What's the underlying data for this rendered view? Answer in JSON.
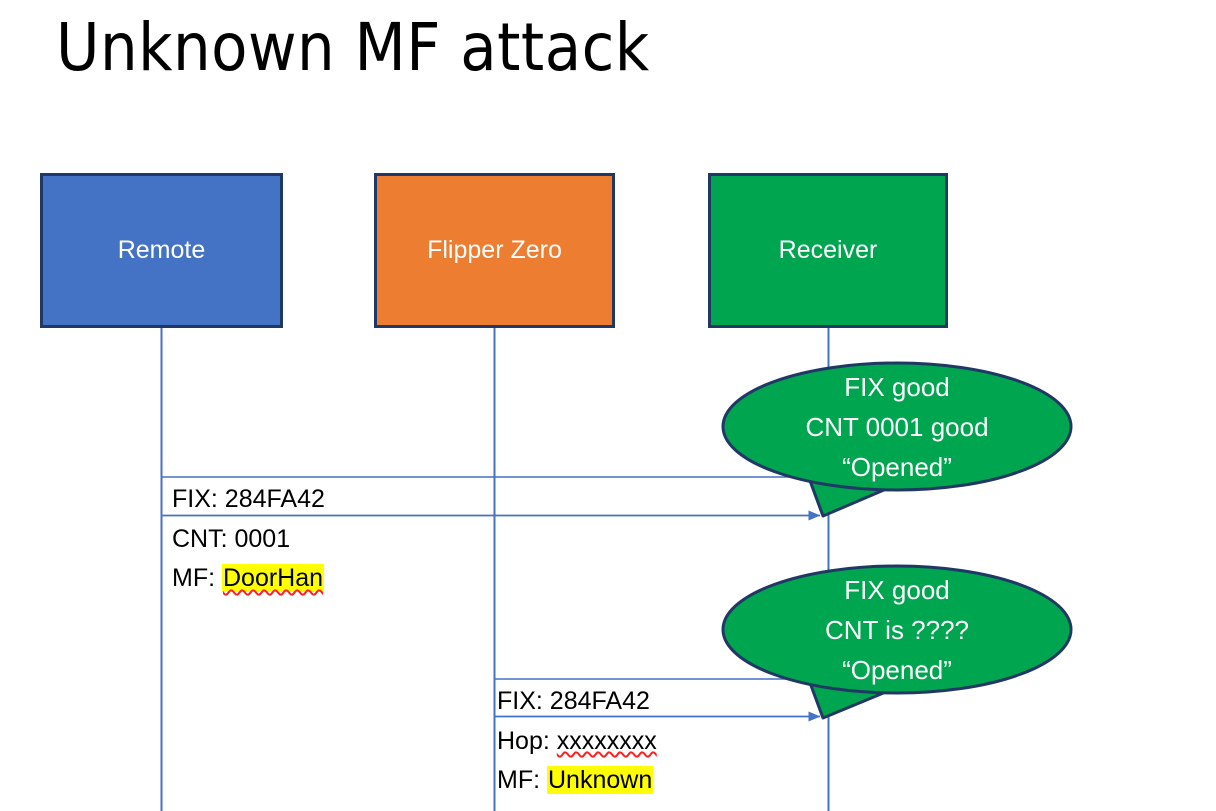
{
  "slide": {
    "title": "Unknown MF attack",
    "background": "#FFFFFF"
  },
  "colors": {
    "remote_fill": "#4472C4",
    "flipper_fill": "#ED7D31",
    "receiver_fill": "#00A550",
    "box_border": "#1F3864",
    "lifeline": "#4472C4",
    "arrow": "#4472C4",
    "highlight": "#FFFF00",
    "spellcheck_underline": "#FF2020",
    "bubble_fill": "#00A550",
    "bubble_border": "#1F3864",
    "text": "#000000",
    "box_label_text": "#FFFFFF"
  },
  "actors": [
    {
      "id": "remote",
      "label": "Remote"
    },
    {
      "id": "flipper",
      "label": "Flipper Zero"
    },
    {
      "id": "receiver",
      "label": "Receiver"
    }
  ],
  "messages": [
    {
      "id": "msg1",
      "from": "remote",
      "to": "receiver",
      "lines": [
        {
          "label": "FIX: ",
          "value": "284FA42",
          "highlight": false,
          "spellcheck": false
        },
        {
          "label": "CNT: ",
          "value": "0001",
          "highlight": false,
          "spellcheck": false
        },
        {
          "label": "MF: ",
          "value": "DoorHan",
          "highlight": true,
          "spellcheck": true
        }
      ]
    },
    {
      "id": "msg2",
      "from": "flipper",
      "to": "receiver",
      "lines": [
        {
          "label": "FIX: ",
          "value": "284FA42",
          "highlight": false,
          "spellcheck": false
        },
        {
          "label": "Hop: ",
          "value": "xxxxxxxx",
          "highlight": false,
          "spellcheck": true
        },
        {
          "label": "MF: ",
          "value": "Unknown",
          "highlight": true,
          "spellcheck": false
        }
      ]
    }
  ],
  "callouts": [
    {
      "id": "bubble1",
      "anchor": "receiver",
      "lines": [
        "FIX good",
        "CNT 0001 good",
        "“Opened”"
      ]
    },
    {
      "id": "bubble2",
      "anchor": "receiver",
      "lines": [
        "FIX good",
        "CNT is ????",
        "“Opened”"
      ]
    }
  ]
}
